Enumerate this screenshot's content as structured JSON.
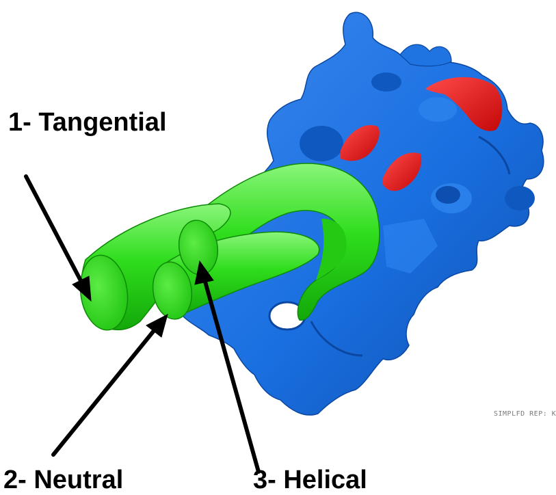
{
  "labels": {
    "tangential": "1- Tangential",
    "neutral": "2- Neutral",
    "helical": "3- Helical"
  },
  "caption": "SIMPLFD REP: K",
  "colors": {
    "body": "#1a6fe0",
    "body_dark": "#0d4fb0",
    "body_light": "#4a95f0",
    "port": "#22dd11",
    "port_dark": "#12a30a",
    "port_light": "#7cf06a",
    "cut": "#ee1111",
    "arrow": "#000000"
  }
}
